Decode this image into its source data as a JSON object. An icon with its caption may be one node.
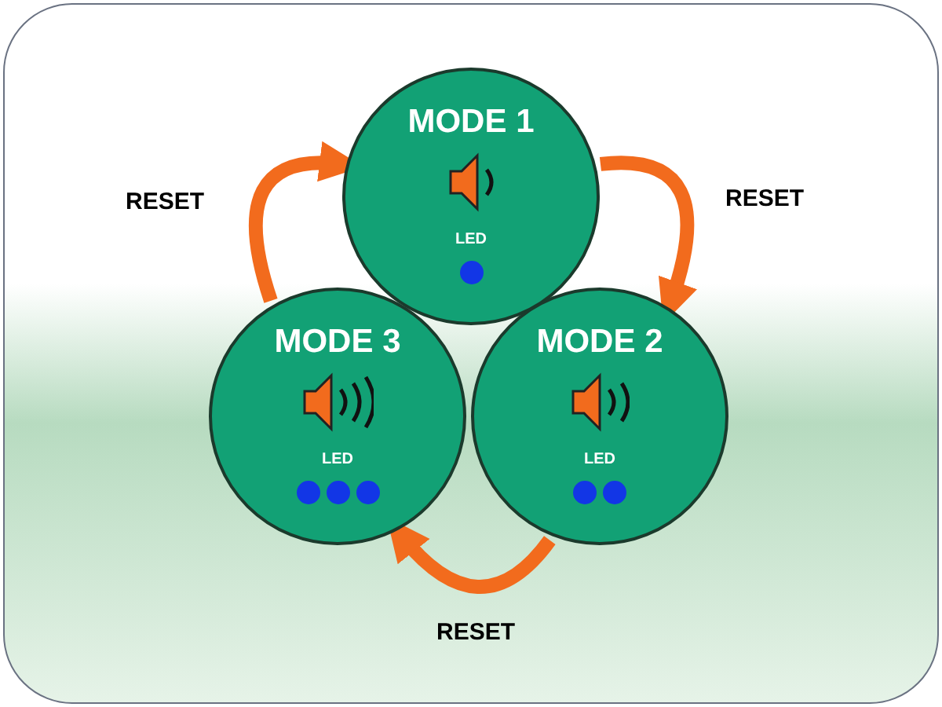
{
  "diagram": {
    "nodes": [
      {
        "text": [
          "MODE 1",
          "LED"
        ]
      },
      {
        "text": [
          "MODE 2",
          "LED"
        ]
      },
      {
        "text": [
          "MODE 3",
          "LED"
        ]
      }
    ],
    "edges": [
      {
        "from": 2,
        "to": 0,
        "arrow": "to",
        "label": "RESET"
      },
      {
        "from": 0,
        "to": 1,
        "arrow": "to",
        "label": "RESET"
      },
      {
        "from": 1,
        "to": 2,
        "arrow": "to",
        "label": "RESET"
      }
    ]
  }
}
